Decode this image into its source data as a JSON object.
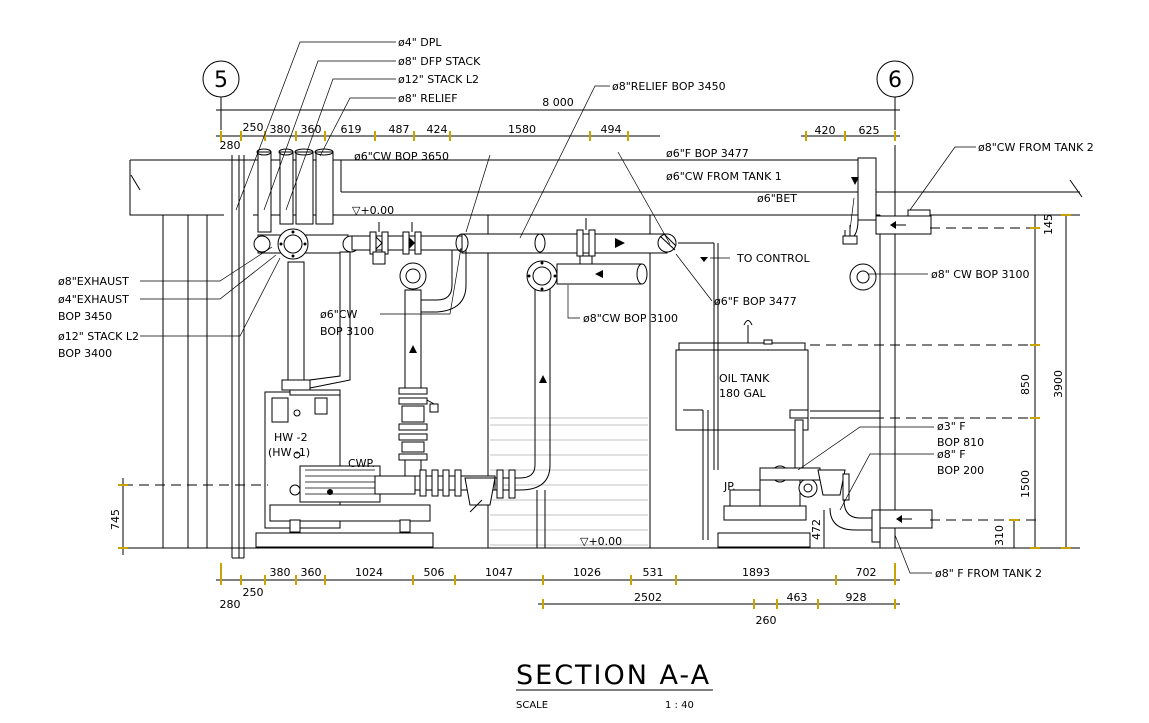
{
  "grid": {
    "left": "5",
    "right": "6"
  },
  "title": {
    "main": "SECTION A-A",
    "scale_label": "SCALE",
    "scale_value": "1 : 40"
  },
  "labels": {
    "dpl": "ø4\" DPL",
    "dfp_stack": "ø8\" DFP STACK",
    "stack_l2_top": "ø12\" STACK L2",
    "relief": "ø8\" RELIEF",
    "relief_bop": "ø8\"RELIEF BOP 3450",
    "cw_bop_3650": "ø6\"CW BOP 3650",
    "f_bop_3477_top": "ø6\"F BOP 3477",
    "cw_from_tank1": "ø6\"CW FROM TANK 1",
    "bet": "ø6\"BET",
    "cw_from_tank2": "ø8\"CW FROM TANK 2",
    "exhaust8": "ø8\"EXHAUST",
    "exhaust4": "ø4\"EXHAUST",
    "bop3450": "BOP 3450",
    "stack_l2": "ø12\" STACK L2",
    "bop3400": "BOP 3400",
    "cw6": "ø6\"CW",
    "bop3100_left": "BOP 3100",
    "to_control": "TO CONTROL",
    "f_bop_3477_mid": "ø6\"F BOP 3477",
    "cw_bop_3100_mid": "ø8\"CW BOP 3100",
    "cw_bop_3100_right": "ø8\" CW BOP 3100",
    "oil_tank": "OIL TANK",
    "oil_tank_cap": "180 GAL",
    "f3": "ø3\" F",
    "bop810": "BOP 810",
    "f8": "ø8\" F",
    "bop200": "BOP 200",
    "f_from_tank2": "ø8\" F FROM TANK 2",
    "hw2": "HW -2",
    "hw1": "(HW -1)",
    "cwp": "CWP.",
    "jp": "JP.",
    "elev_top": "▽+0.00",
    "elev_bottom": "▽+0.00"
  },
  "dims": {
    "overall": "8 000",
    "top_row": [
      "250",
      "380",
      "360",
      "619",
      "487",
      "424",
      "1580",
      "494"
    ],
    "top_left_280": "280",
    "top_right": [
      "420",
      "625"
    ],
    "bottom_row": [
      "380",
      "360",
      "1024",
      "506",
      "1047",
      "1026",
      "531",
      "1893",
      "702"
    ],
    "bottom_250": "250",
    "bottom_280": "280",
    "second_row": [
      "2502",
      "463",
      "928"
    ],
    "second_260": "260",
    "right_vertical": [
      "145",
      "850",
      "3900",
      "1500",
      "310",
      "472"
    ],
    "left_745": "745"
  }
}
